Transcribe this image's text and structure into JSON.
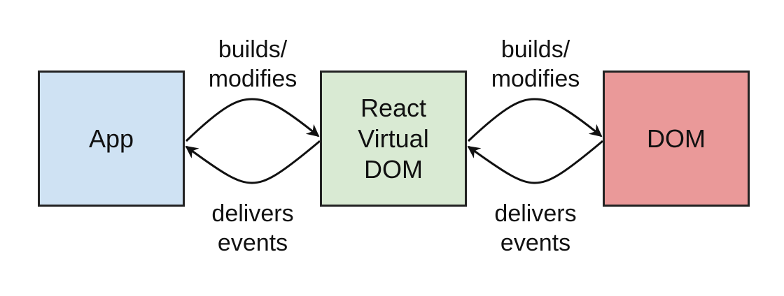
{
  "nodes": {
    "app": {
      "label": "App",
      "color": "#cfe2f3"
    },
    "vdom": {
      "label": "React\nVirtual\nDOM",
      "color": "#d9ead3"
    },
    "dom": {
      "label": "DOM",
      "color": "#ea9999"
    }
  },
  "edges": [
    {
      "from": "app",
      "to": "vdom",
      "label": "builds/\nmodifies"
    },
    {
      "from": "vdom",
      "to": "app",
      "label": "delivers\nevents"
    },
    {
      "from": "vdom",
      "to": "dom",
      "label": "builds/\nmodifies"
    },
    {
      "from": "dom",
      "to": "vdom",
      "label": "delivers\nevents"
    }
  ],
  "style": {
    "stroke_color": "#111111"
  }
}
